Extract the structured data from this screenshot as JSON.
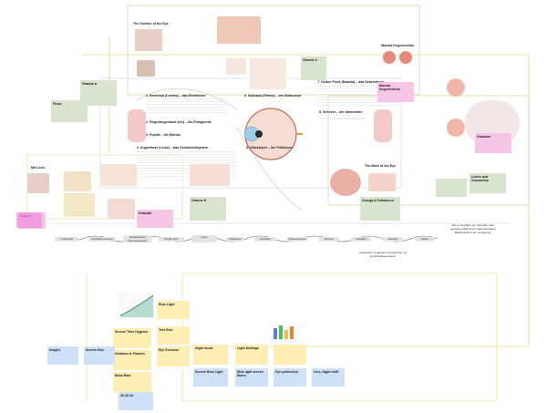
{
  "diagram": {
    "top_title": "The Surface of the Eye",
    "right_title": "Macula Degeneration",
    "left_title": "Fluss",
    "mid_left_title": "Mit Licht",
    "spot_title": "The Back of the Eye",
    "sections": [
      {
        "id": "1",
        "title": "1. Hornhaut (Cornea) – das Eintrittstor"
      },
      {
        "id": "2",
        "title": "2. Regenbogenhaut (Iris) – die Fotoglende"
      },
      {
        "id": "3",
        "title": "3. Pupille – die Blende"
      },
      {
        "id": "4",
        "title": "4. Augenlinse (Linse) – das Scharfstellsystem"
      },
      {
        "id": "5",
        "title": "5. Glaskörper – der Füllkörper"
      },
      {
        "id": "6",
        "title": "6. Netzhaut (Retina) – der Bildsensor"
      },
      {
        "id": "7",
        "title": "7. Gelber Fleck (Makula) – das Sehzentrum"
      },
      {
        "id": "8",
        "title": "8. Sehnerv – der Datenleiter"
      }
    ],
    "green_notes": [
      {
        "title": "Vitamin A"
      },
      {
        "title": "Vitamin E"
      },
      {
        "title": "Vitamin C"
      },
      {
        "title": "Omega-3-Fettsäuren"
      },
      {
        "title": "Lutein und Zeaxanthin"
      }
    ],
    "pink_notes": [
      {
        "title": "Myopie"
      },
      {
        "title": "Macula Degeneration"
      },
      {
        "title": "Katarakt"
      },
      {
        "title": "Glaukom"
      }
    ],
    "flow": {
      "steps": [
        "Lichteinfall",
        "Hornhaut (Cornea)",
        "Vorderkammer (Kammerwasser)",
        "Pupille (Iris)",
        "Linse",
        "Glaskörper",
        "Netzhaut",
        "Fotorezeptoren",
        "Sehnerv",
        "Sehbahn",
        "Sehrinde",
        "Gehirn"
      ],
      "note_right": "Bis zu 24 Bilder pro Sekunde. Das gesehene Bild ist ein wahrnehmbarer Bildausschnitt der Umgebung.",
      "note_below": "verarbeitet, vergleicht und speichert; es entsteht Bewusstsein"
    },
    "bottom_notes": [
      {
        "title": "Screen Time Hygiene",
        "color": "yellow"
      },
      {
        "title": "Blue Light",
        "color": "yellow"
      },
      {
        "title": "Night mode",
        "color": "yellow"
      },
      {
        "title": "Light Settings",
        "color": "yellow"
      },
      {
        "title": "Distance & Posture",
        "color": "yellow"
      },
      {
        "title": "Blink Rate",
        "color": "yellow"
      },
      {
        "title": "Text Size",
        "color": "yellow"
      },
      {
        "title": "Eye Exercise",
        "color": "yellow"
      },
      {
        "title": "Insight",
        "color": "blue"
      },
      {
        "title": "Screen Size",
        "color": "blue"
      },
      {
        "title": "20-20-20",
        "color": "blue"
      },
      {
        "title": "Screen Blue Light",
        "color": "blue"
      },
      {
        "title": "Blue light screen filters",
        "color": "blue"
      },
      {
        "title": "Eye protection",
        "color": "blue"
      },
      {
        "title": "f.lux, Night shift",
        "color": "blue"
      }
    ]
  }
}
